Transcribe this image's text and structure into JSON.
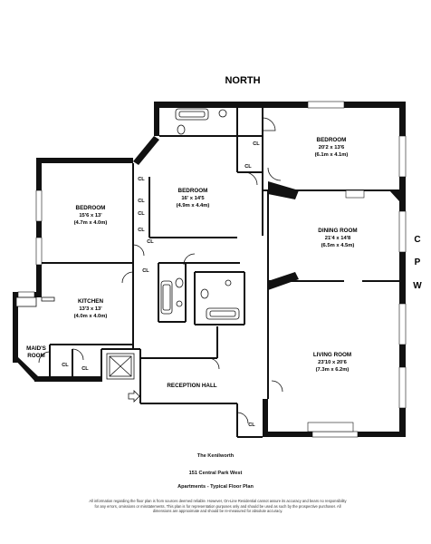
{
  "compass": {
    "north": "NORTH",
    "street_letters": [
      "C",
      "P",
      "W"
    ]
  },
  "rooms": {
    "bedroom_ne": {
      "name": "BEDROOM",
      "dim": "20'2 x 13'6",
      "metric": "(6.1m x 4.1m)"
    },
    "bedroom_c": {
      "name": "BEDROOM",
      "dim": "16' x 14'5",
      "metric": "(4.9m x 4.4m)"
    },
    "bedroom_w": {
      "name": "BEDROOM",
      "dim": "15'6 x 13'",
      "metric": "(4.7m x 4.0m)"
    },
    "dining": {
      "name": "DINING ROOM",
      "dim": "21'4 x 14'8",
      "metric": "(6.5m x 4.5m)"
    },
    "kitchen": {
      "name": "KITCHEN",
      "dim": "13'3 x 13'",
      "metric": "(4.0m x 4.0m)"
    },
    "maids": {
      "line1": "MAID'S",
      "line2": "ROOM"
    },
    "living": {
      "name": "LIVING ROOM",
      "dim": "23'10 x 20'6",
      "metric": "(7.3m x 6.2m)"
    },
    "reception": {
      "name": "RECEPTION HALL"
    }
  },
  "closet_label": "CL",
  "footer": {
    "building": "The Kenilworth",
    "address": "151 Central Park West",
    "plan": "Apartments - Typical Floor Plan",
    "disclaimer": "All information regarding the floor plan is from sources deemed reliable. However, On-Line Residential cannot assure its accuracy and bears no responsibility for any errors, omissions or misstatements. This plan is for representation purposes only and should be used as such by the prospective purchaser. All dimensions are approximate and should be re-measured for absolute accuracy."
  }
}
